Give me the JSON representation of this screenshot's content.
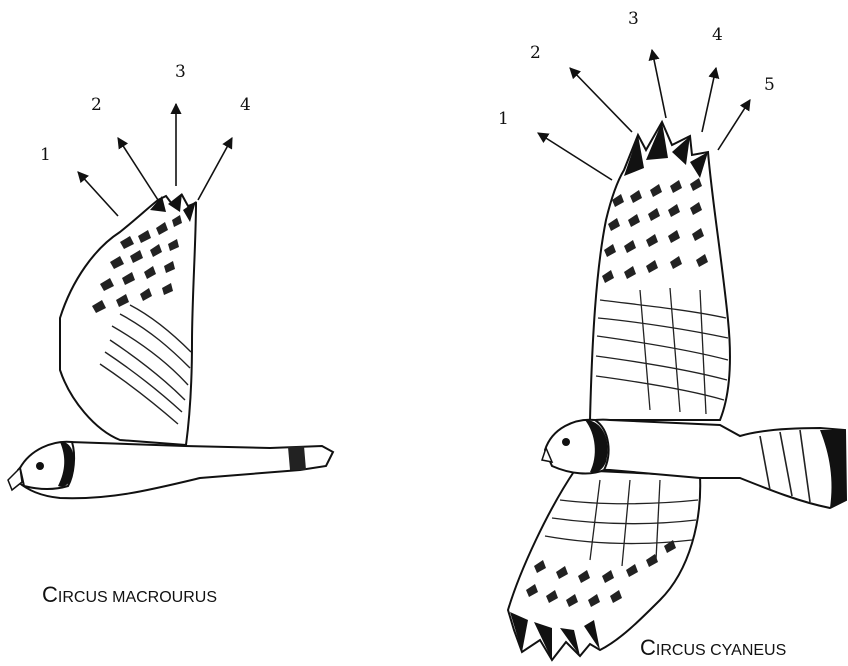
{
  "figure": {
    "left_bird": {
      "species": "Circus macrourus",
      "species_display": {
        "big": "C",
        "rest": "IRCUS MACROURUS"
      },
      "arrow_labels": [
        "1",
        "2",
        "3",
        "4"
      ]
    },
    "right_bird": {
      "species": "Circus cyaneus",
      "species_display": {
        "big": "C",
        "rest": "IRCUS CYANEUS"
      },
      "arrow_labels": [
        "1",
        "2",
        "3",
        "4",
        "5"
      ]
    }
  },
  "colors": {
    "ink": "#111111",
    "paper": "#ffffff"
  }
}
